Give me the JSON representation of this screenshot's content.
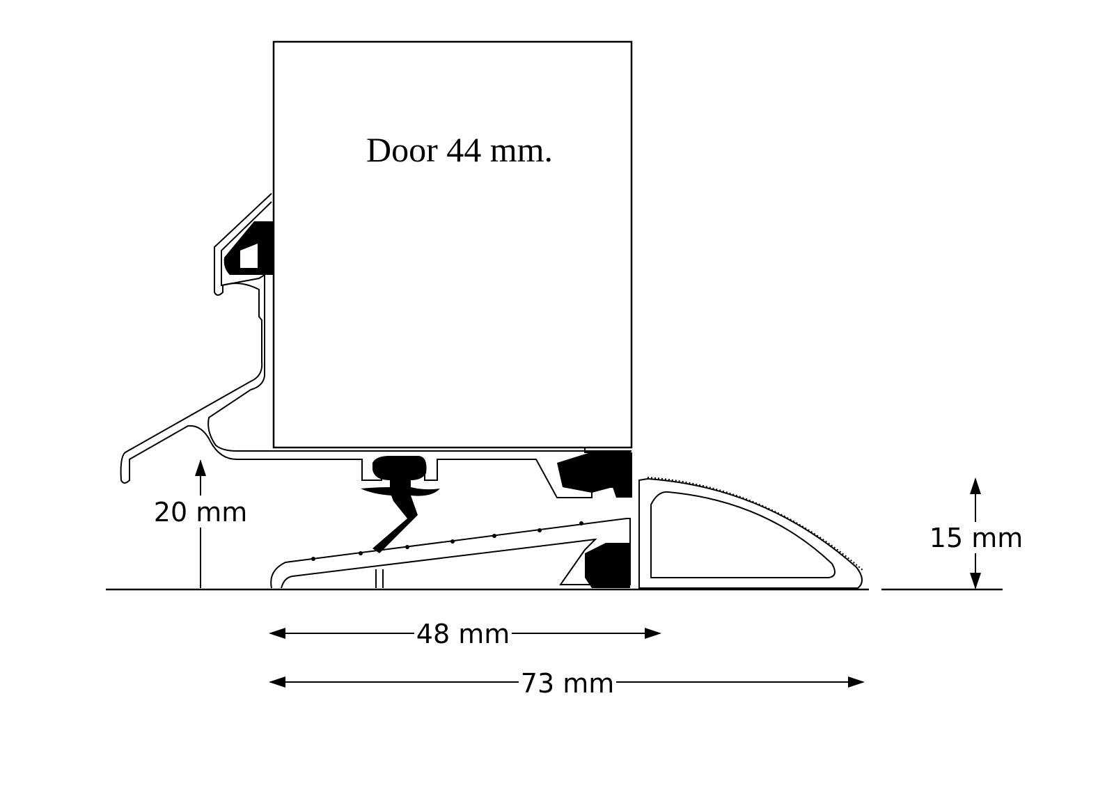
{
  "diagram": {
    "door_label": "Door 44 mm.",
    "dimensions": {
      "drop_height": "20 mm",
      "threshold_height": "15 mm",
      "threshold_depth": "48 mm",
      "overall_width": "73 mm"
    }
  }
}
